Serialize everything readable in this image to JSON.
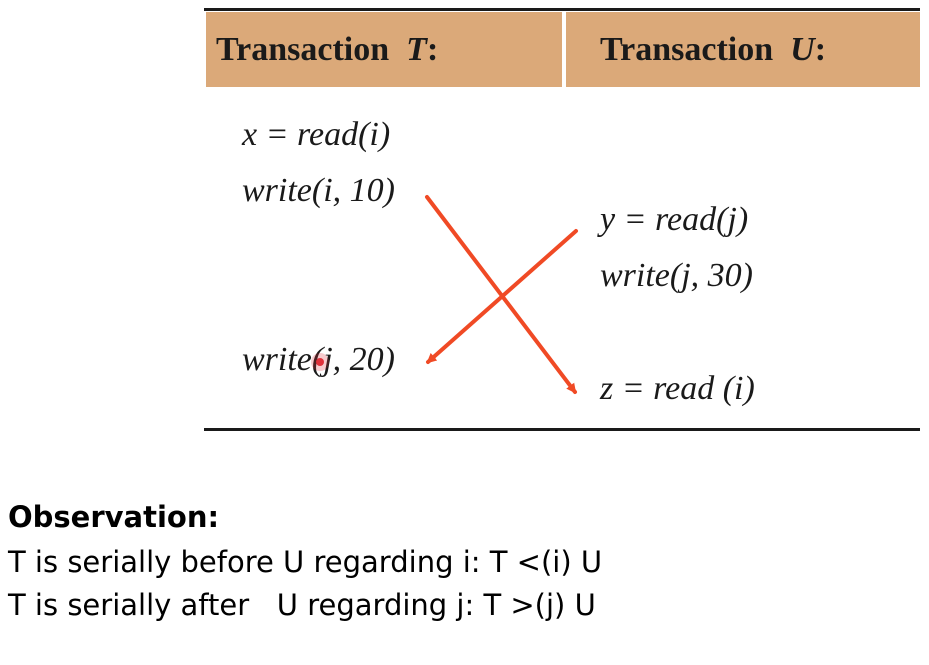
{
  "table": {
    "headers": [
      {
        "label": "Transaction",
        "var": "T",
        "suffix": ":"
      },
      {
        "label": "Transaction",
        "var": "U",
        "suffix": ":"
      }
    ],
    "column_t": {
      "op1": "x = read(i)",
      "op2": "write(i, 10)",
      "op3": "write(j, 20)"
    },
    "column_u": {
      "op1": "y = read(j)",
      "op2": "write(j, 30)",
      "op3": "z = read (i)"
    }
  },
  "observation": {
    "title": "Observation:",
    "line1": "T is serially before U regarding i: T <(i) U",
    "line2": "T is serially after   U regarding j: T >(j) U"
  },
  "colors": {
    "header_bg": "#dba979",
    "arrow": "#f04a25",
    "cursor": "#e0303a"
  }
}
